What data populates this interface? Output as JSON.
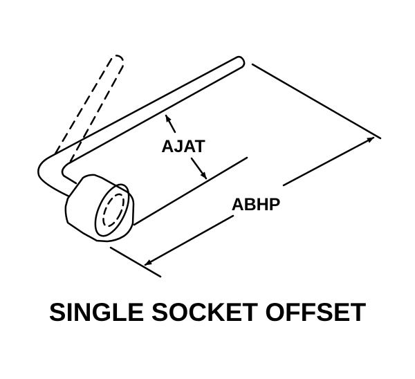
{
  "diagram": {
    "title": "SINGLE SOCKET OFFSET",
    "dimensions": [
      {
        "code": "AJAT"
      },
      {
        "code": "ABHP"
      }
    ],
    "colors": {
      "ink": "#000000",
      "background": "#ffffff"
    }
  }
}
